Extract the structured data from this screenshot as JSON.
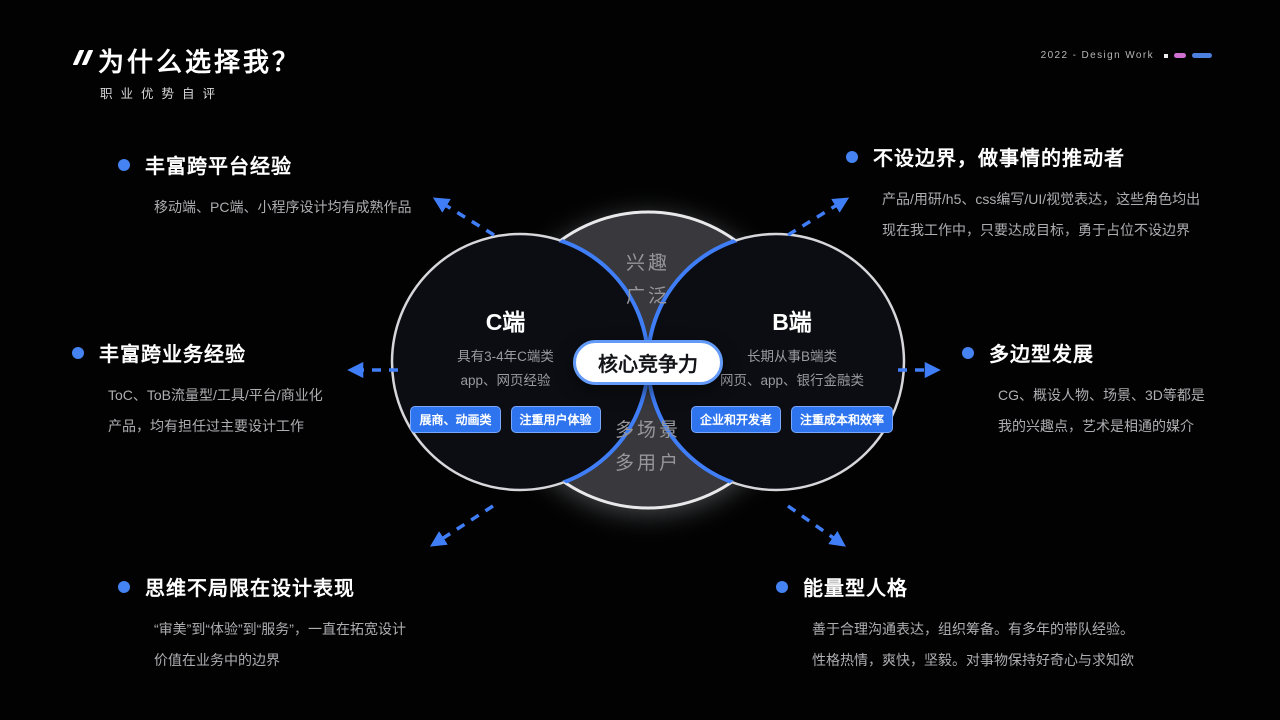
{
  "colors": {
    "accent": "#3F7EF7",
    "badge-blue": "#2E74EE",
    "legend-pink": "#CF6FD0",
    "legend-blue": "#4B80DC"
  },
  "header": {
    "title": "为什么选择我？",
    "subtitle": "职业优势自评",
    "meta_text": "2022 - Design Work"
  },
  "features": [
    {
      "title": "丰富跨平台经验",
      "desc_lines": [
        "移动端、PC端、小程序设计均有成熟作品"
      ]
    },
    {
      "title": "不设边界，做事情的推动者",
      "desc_lines": [
        "产品/用研/h5、css编写/UI/视觉表达，这些角色均出",
        "现在我工作中，只要达成目标，勇于占位不设边界"
      ]
    },
    {
      "title": "丰富跨业务经验",
      "desc_lines": [
        "ToC、ToB流量型/工具/平台/商业化",
        "产品，均有担任过主要设计工作"
      ]
    },
    {
      "title": "多边型发展",
      "desc_lines": [
        "CG、概设人物、场景、3D等都是",
        "我的兴趣点，艺术是相通的媒介"
      ]
    },
    {
      "title": "思维不局限在设计表现",
      "desc_lines": [
        "“审美”到“体验”到“服务”，一直在拓宽设计",
        "价值在业务中的边界"
      ]
    },
    {
      "title": "能量型人格",
      "desc_lines": [
        "善于合理沟通表达，组织筹备。有多年的带队经验。",
        "性格热情，爽快，坚毅。对事物保持好奇心与求知欲"
      ]
    }
  ],
  "diagram": {
    "top_label_lines": [
      "兴趣",
      "广泛"
    ],
    "bottom_label_lines": [
      "多场景",
      "多用户"
    ],
    "center_pill": "核心竞争力",
    "left_circle": {
      "title": "C端",
      "desc_lines": [
        "具有3-4年C端类",
        "app、网页经验"
      ],
      "badges": [
        "展商、动画类",
        "注重用户体验"
      ]
    },
    "right_circle": {
      "title": "B端",
      "desc_lines": [
        "长期从事B端类",
        "网页、app、银行金融类"
      ],
      "badges": [
        "企业和开发者",
        "注重成本和效率"
      ]
    }
  }
}
